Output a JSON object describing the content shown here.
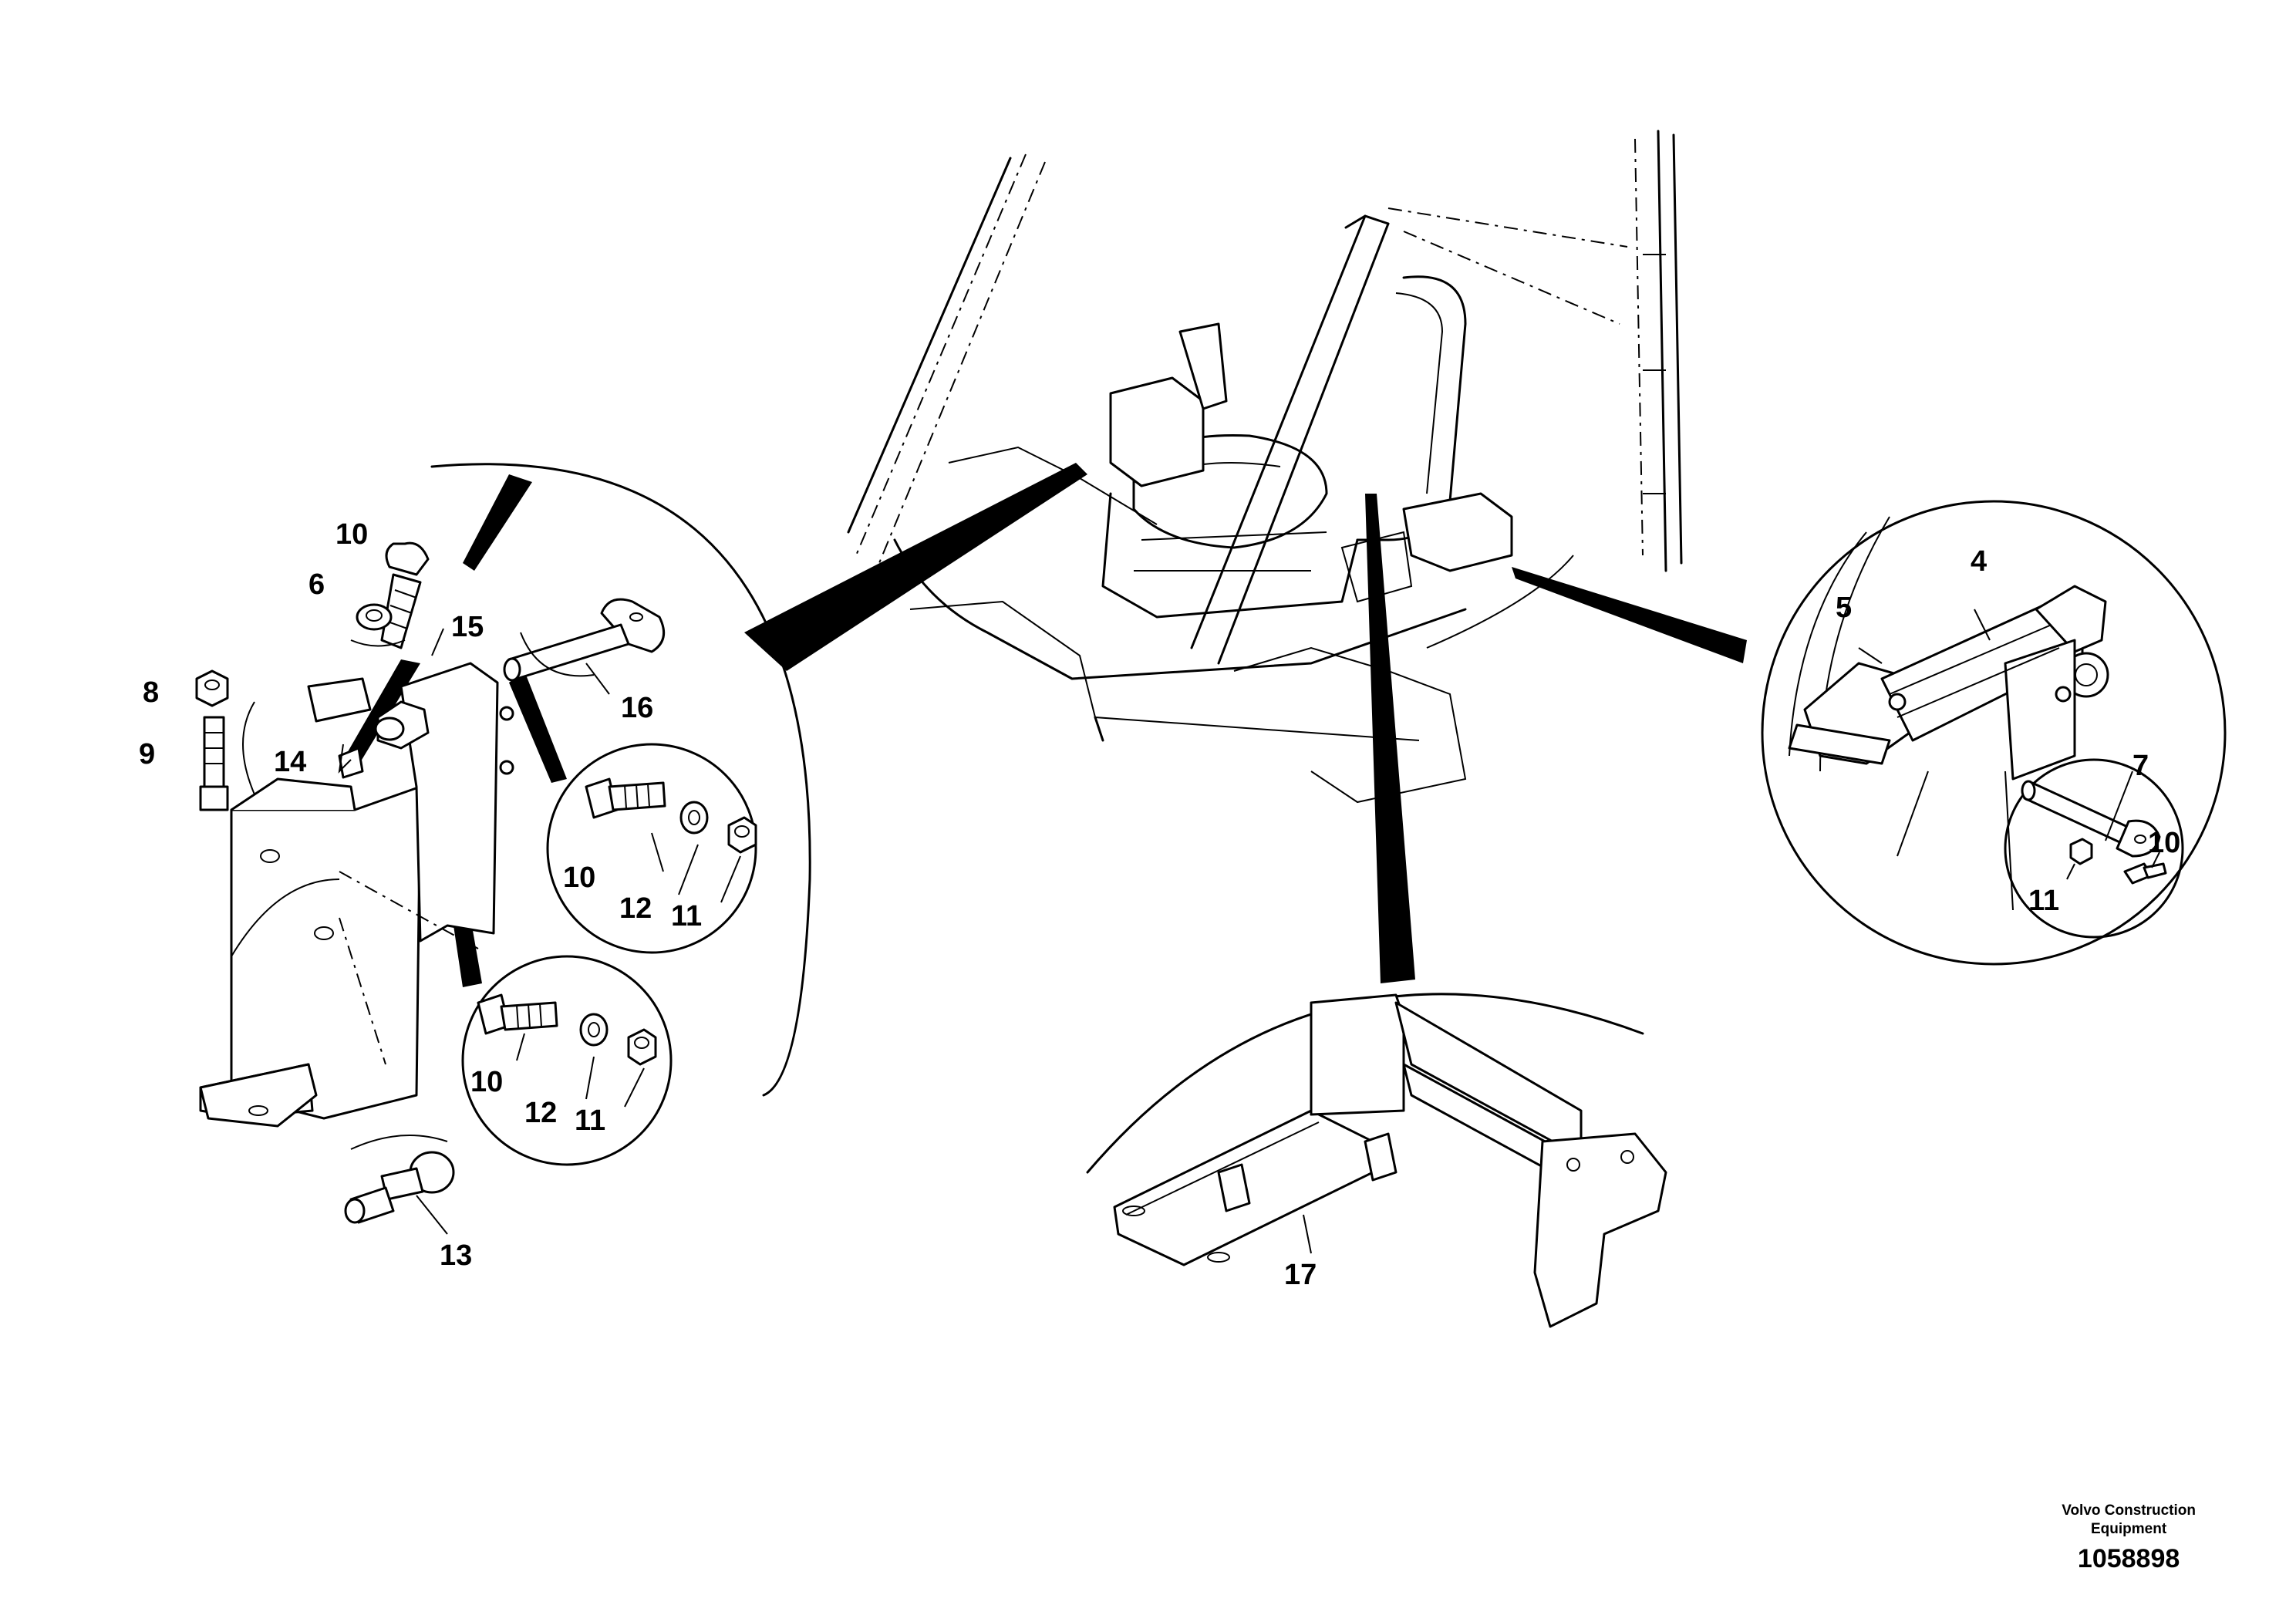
{
  "diagram": {
    "callouts": [
      {
        "id": "label-10-a",
        "text": "10"
      },
      {
        "id": "label-6",
        "text": "6"
      },
      {
        "id": "label-15",
        "text": "15"
      },
      {
        "id": "label-8",
        "text": "8"
      },
      {
        "id": "label-9",
        "text": "9"
      },
      {
        "id": "label-14",
        "text": "14"
      },
      {
        "id": "label-16",
        "text": "16"
      },
      {
        "id": "label-10-b",
        "text": "10"
      },
      {
        "id": "label-12-a",
        "text": "12"
      },
      {
        "id": "label-11-a",
        "text": "11"
      },
      {
        "id": "label-10-c",
        "text": "10"
      },
      {
        "id": "label-12-b",
        "text": "12"
      },
      {
        "id": "label-11-b",
        "text": "11"
      },
      {
        "id": "label-13",
        "text": "13"
      },
      {
        "id": "label-17",
        "text": "17"
      },
      {
        "id": "label-4",
        "text": "4"
      },
      {
        "id": "label-5",
        "text": "5"
      },
      {
        "id": "label-7",
        "text": "7"
      },
      {
        "id": "label-10-d",
        "text": "10"
      },
      {
        "id": "label-11-c",
        "text": "11"
      }
    ]
  },
  "footer": {
    "brand_line1": "Volvo Construction",
    "brand_line2": "Equipment",
    "reference": "1058898"
  }
}
